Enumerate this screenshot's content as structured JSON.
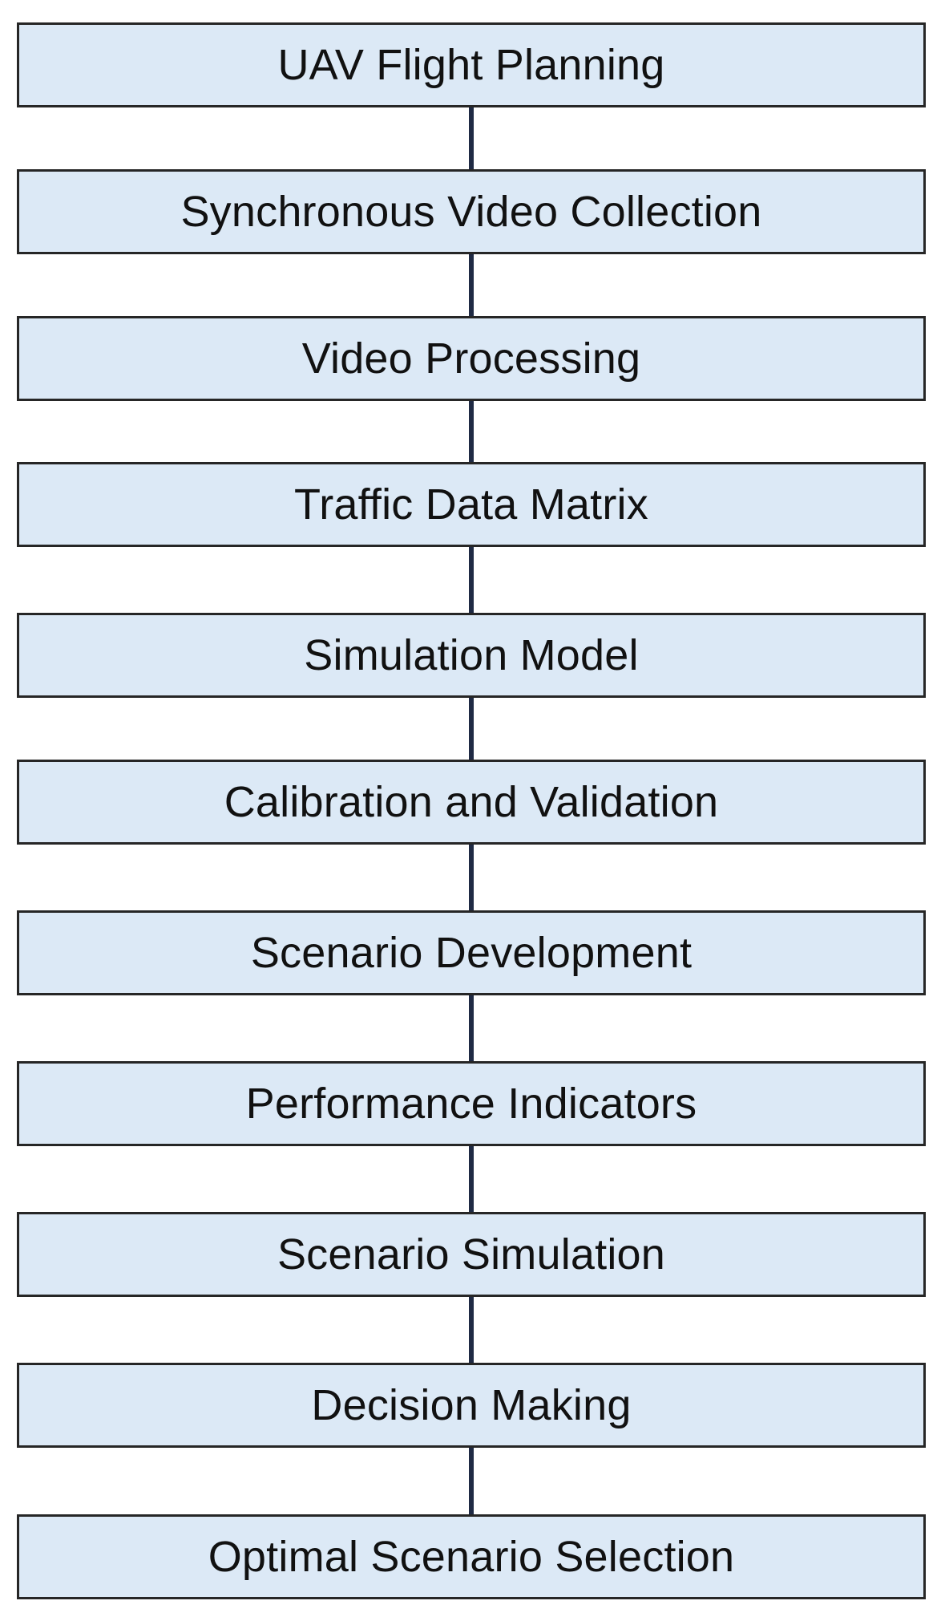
{
  "diagram": {
    "steps": [
      {
        "label": "UAV Flight Planning"
      },
      {
        "label": "Synchronous Video Collection"
      },
      {
        "label": "Video Processing"
      },
      {
        "label": "Traffic Data Matrix"
      },
      {
        "label": "Simulation Model"
      },
      {
        "label": "Calibration and Validation"
      },
      {
        "label": "Scenario Development"
      },
      {
        "label": "Performance Indicators"
      },
      {
        "label": "Scenario Simulation"
      },
      {
        "label": "Decision Making"
      },
      {
        "label": "Optimal Scenario Selection"
      }
    ],
    "colors": {
      "box_fill": "#dce9f6",
      "box_border": "#262626",
      "connector": "#1f2a44",
      "text": "#111111"
    }
  }
}
